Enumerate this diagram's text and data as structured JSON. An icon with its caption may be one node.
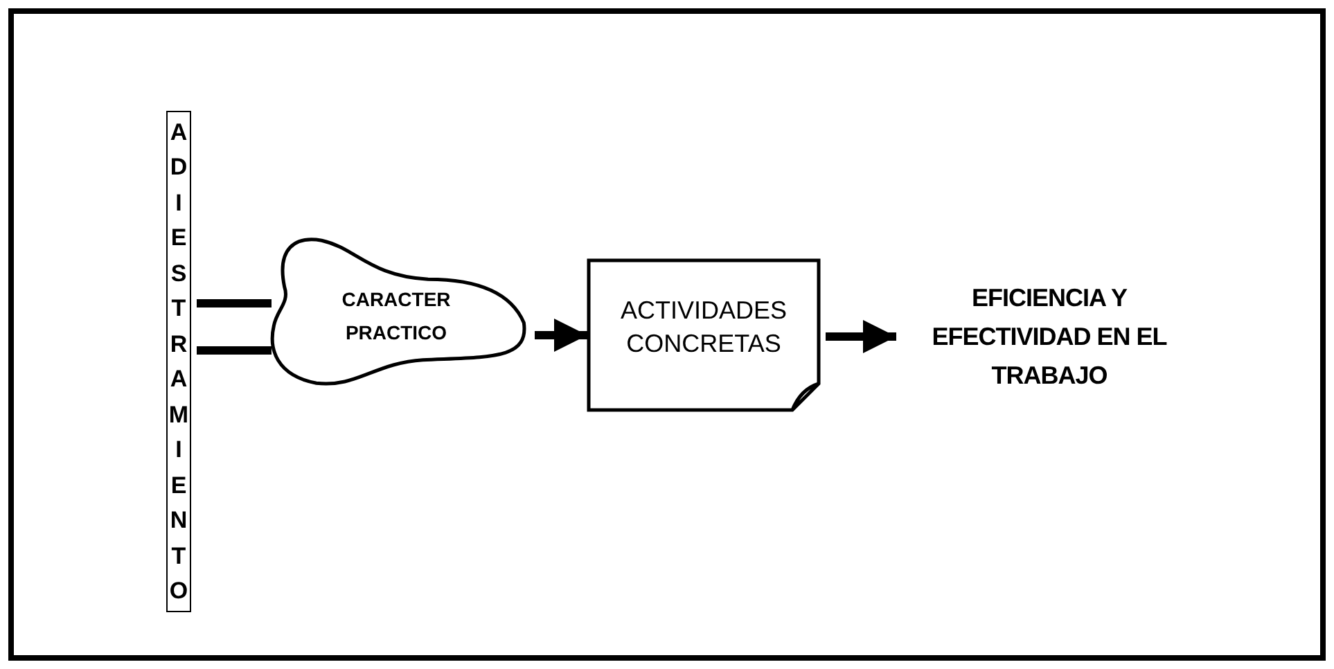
{
  "diagram": {
    "nodes": [
      {
        "text": [
          "ADIESTRAMIENTO"
        ]
      },
      {
        "text": [
          "CARACTER PRACTICO"
        ]
      },
      {
        "text": [
          "ACTIVIDADES CONCRETAS"
        ]
      },
      {
        "text": [
          "EFICIENCIA Y EFECTIVIDAD EN EL TRABAJO"
        ]
      }
    ],
    "edges": [
      {
        "from": 0,
        "to": 1,
        "arrow": "none"
      },
      {
        "from": 0,
        "to": 1,
        "arrow": "none"
      },
      {
        "from": 1,
        "to": 2,
        "arrow": "to"
      },
      {
        "from": 2,
        "to": 3,
        "arrow": "to"
      }
    ]
  }
}
